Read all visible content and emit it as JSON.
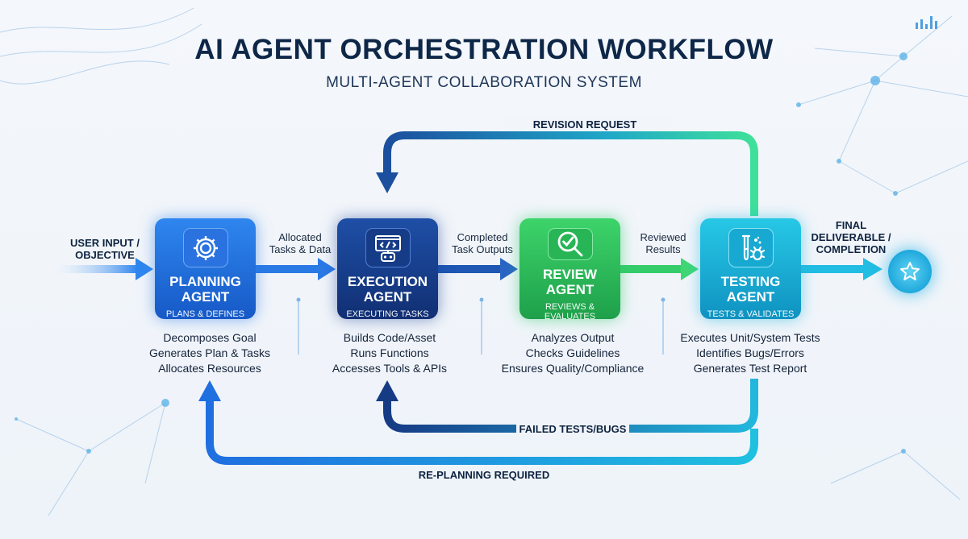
{
  "header": {
    "title": "AI AGENT ORCHESTRATION WORKFLOW",
    "subtitle": "MULTI-AGENT COLLABORATION SYSTEM"
  },
  "flow": {
    "input": [
      "USER INPUT /",
      "OBJECTIVE"
    ],
    "output": [
      "FINAL",
      "DELIVERABLE /",
      "COMPLETION"
    ],
    "edges": {
      "plan_to_exec": [
        "Allocated",
        "Tasks & Data"
      ],
      "exec_to_review": [
        "Completed",
        "Task Outputs"
      ],
      "review_to_test": [
        "Reviewed",
        "Results"
      ]
    },
    "loops": {
      "revision": "REVISION REQUEST",
      "failed": "FAILED TESTS/BUGS",
      "replan": "RE-PLANNING REQUIRED"
    }
  },
  "agents": [
    {
      "name": [
        "PLANNING",
        "AGENT"
      ],
      "sub": "PLANS & DEFINES",
      "icon": "gear-icon",
      "duties": [
        "Decomposes Goal",
        "Generates Plan & Tasks",
        "Allocates Resources"
      ]
    },
    {
      "name": [
        "EXECUTION",
        "AGENT"
      ],
      "sub": "EXECUTING TASKS",
      "icon": "code-robot-icon",
      "duties": [
        "Builds Code/Asset",
        "Runs Functions",
        "Accesses Tools & APIs"
      ]
    },
    {
      "name": [
        "REVIEW",
        "AGENT"
      ],
      "sub": "REVIEWS & EVALUATES",
      "icon": "magnifier-check-icon",
      "duties": [
        "Analyzes Output",
        "Checks Guidelines",
        "Ensures Quality/Compliance"
      ]
    },
    {
      "name": [
        "TESTING",
        "AGENT"
      ],
      "sub": "TESTS & VALIDATES",
      "icon": "test-tube-bug-icon",
      "duties": [
        "Executes Unit/System Tests",
        "Identifies Bugs/Errors",
        "Generates Test Report"
      ]
    }
  ],
  "colors": {
    "navy": "#0e2748",
    "planning": "#1f6fe0",
    "execution": "#163b85",
    "review": "#2cc35c",
    "testing": "#1bb0d8"
  }
}
